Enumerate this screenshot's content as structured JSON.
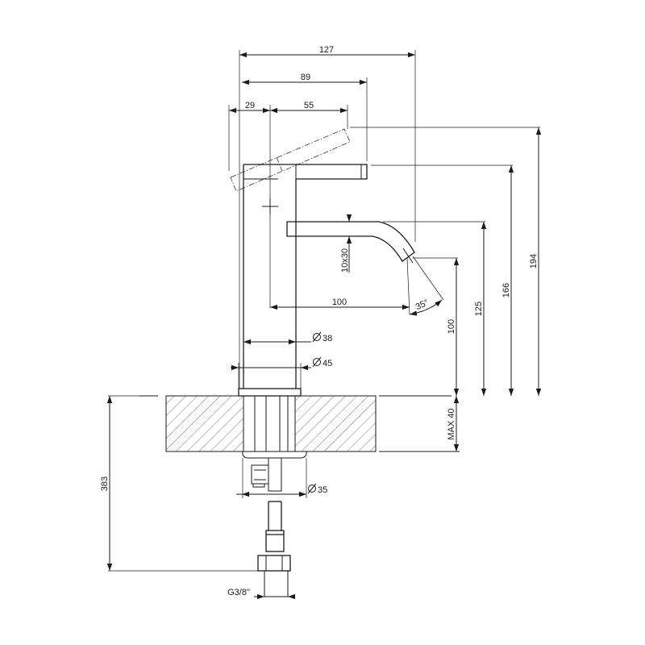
{
  "diagram": {
    "dimensions": {
      "d127": "127",
      "d89": "89",
      "d29": "29",
      "d55": "55",
      "d100h": "100",
      "d38": "38",
      "d45": "45",
      "d35": "35",
      "d10x30": "10x30",
      "d35deg": "35°",
      "d100v": "100",
      "d125": "125",
      "d166": "166",
      "d194": "194",
      "dmax40": "MAX 40",
      "d383": "383",
      "thread": "G3/8\""
    },
    "diameter_symbol": "∅"
  }
}
